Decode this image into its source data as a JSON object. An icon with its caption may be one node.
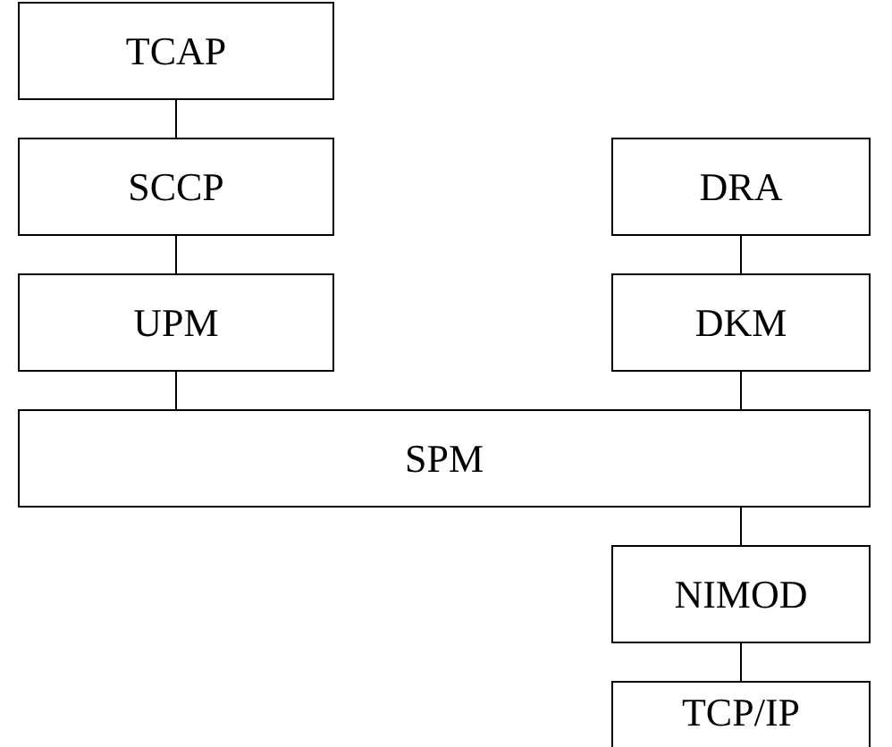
{
  "diagram": {
    "nodes": [
      {
        "text": [
          "TCAP"
        ]
      },
      {
        "text": [
          "SCCP"
        ]
      },
      {
        "text": [
          "UPM"
        ]
      },
      {
        "text": [
          "DRA"
        ]
      },
      {
        "text": [
          "DKM"
        ]
      },
      {
        "text": [
          "SPM"
        ]
      },
      {
        "text": [
          "NIMOD"
        ]
      },
      {
        "text": [
          "TCP/IP"
        ]
      }
    ],
    "edges": [
      {
        "from": 0,
        "to": 1,
        "arrow": "none"
      },
      {
        "from": 1,
        "to": 2,
        "arrow": "none"
      },
      {
        "from": 2,
        "to": 5,
        "arrow": "none"
      },
      {
        "from": 3,
        "to": 4,
        "arrow": "none"
      },
      {
        "from": 4,
        "to": 5,
        "arrow": "none"
      },
      {
        "from": 5,
        "to": 6,
        "arrow": "none"
      },
      {
        "from": 6,
        "to": 7,
        "arrow": "none"
      }
    ]
  }
}
